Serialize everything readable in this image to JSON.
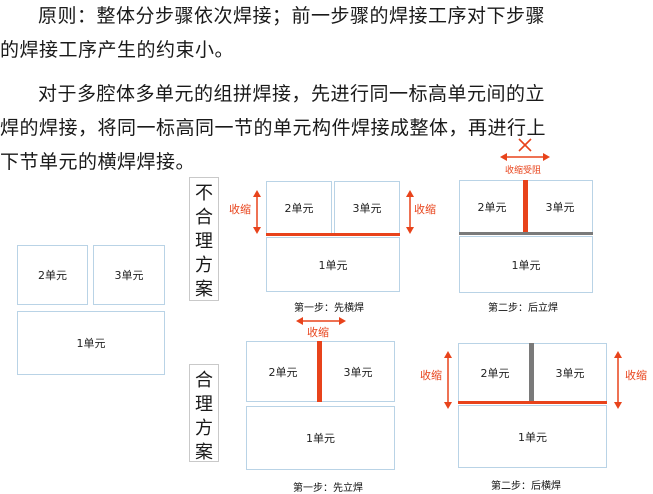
{
  "paragraphs": {
    "p1_line1": "原则：整体分步骤依次焊接；前一步骤的焊接工序对下步骤",
    "p1_line2": "的焊接工序产生的约束小。",
    "p2_line1": "对于多腔体多单元的组拼焊接，先进行同一标高单元间的立",
    "p2_line2": "焊的焊接，将同一标高同一节的单元构件焊接成整体，再进行上",
    "p2_line3": "下节单元的横焊焊接。"
  },
  "units": {
    "u1": "1单元",
    "u2": "2单元",
    "u3": "3单元"
  },
  "labels": {
    "bad_chars": [
      "不",
      "合",
      "理",
      "方",
      "案"
    ],
    "good_chars": [
      "合",
      "理",
      "方",
      "案"
    ],
    "shrink": "收缩",
    "shrink_blocked": "收缩受阻"
  },
  "captions": {
    "bad_step1": "第一步：先横焊",
    "bad_step2": "第二步：后立焊",
    "good_step1": "第一步：先立焊",
    "good_step2": "第二步：后横焊"
  },
  "colors": {
    "weld": "#e8431b",
    "completed_weld": "#7a7a7a",
    "cell_border": "#b9d3e6"
  }
}
